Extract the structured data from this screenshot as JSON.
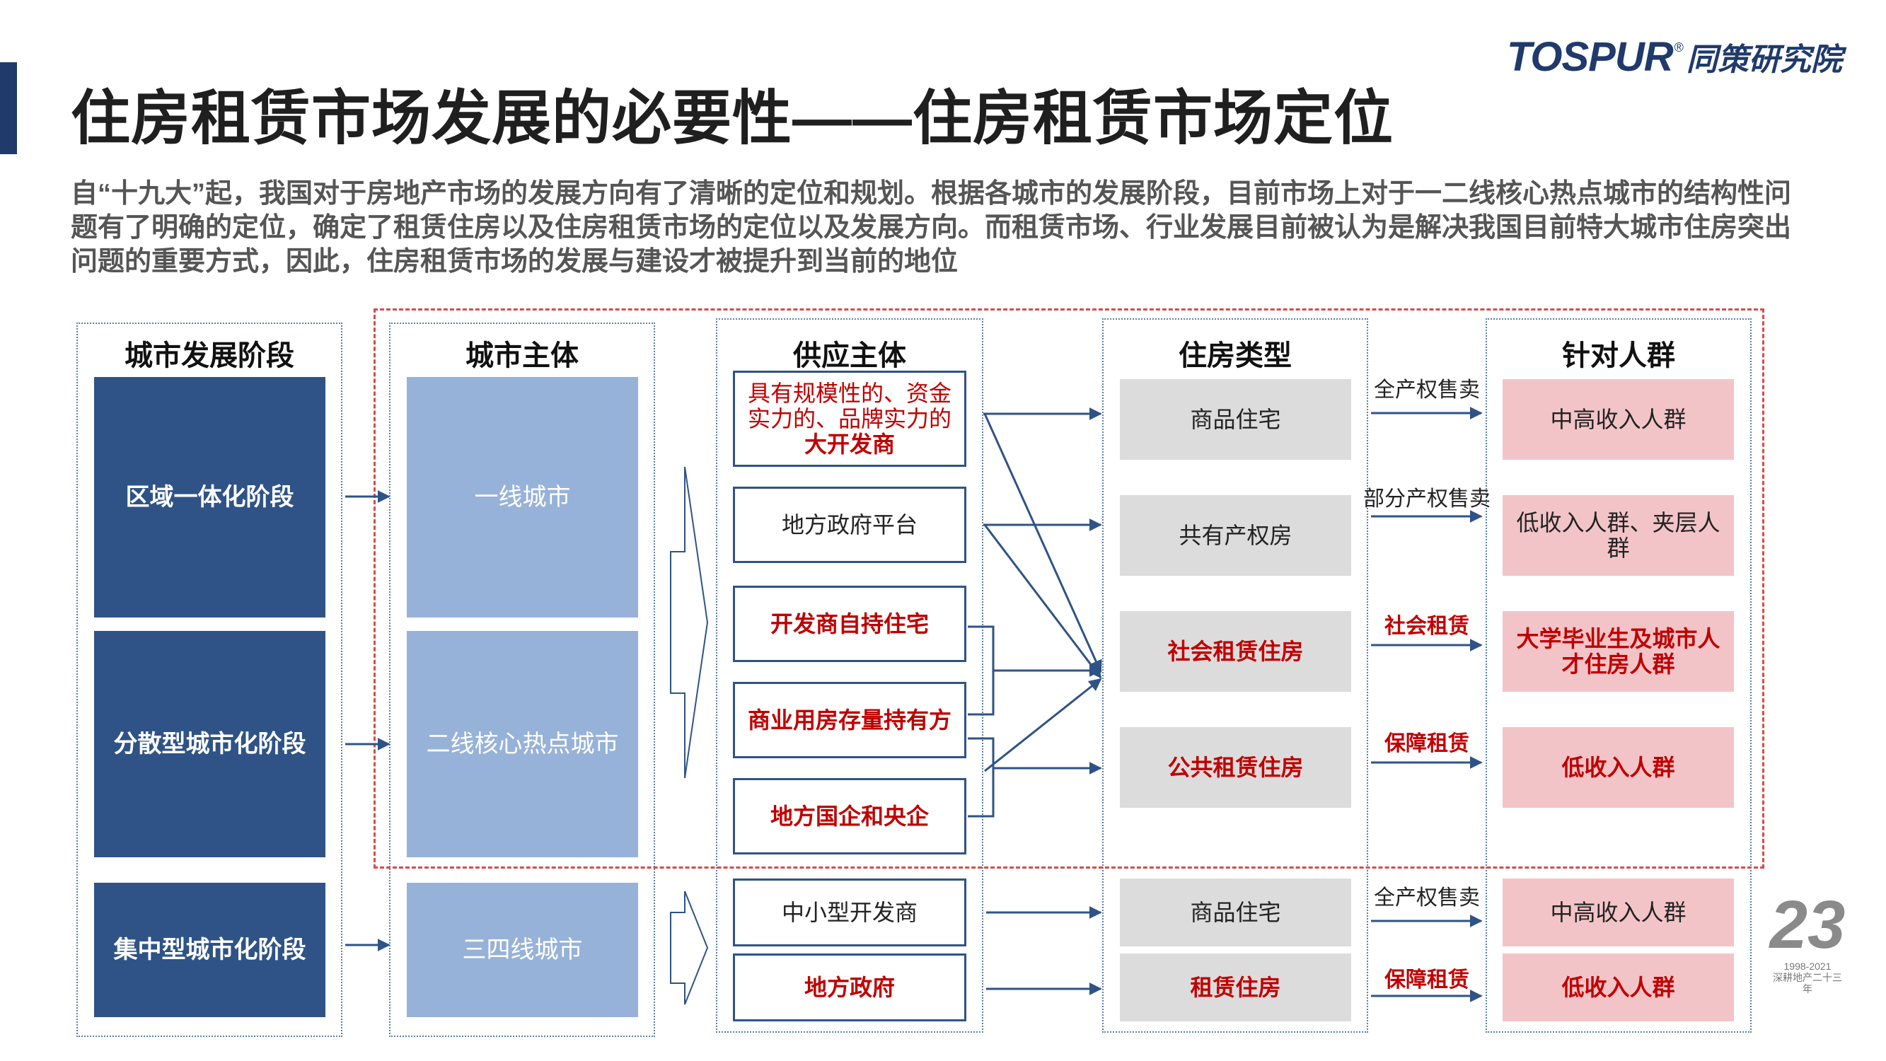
{
  "header": {
    "title": "住房租赁市场发展的必要性——住房租赁市场定位",
    "logo_en": "TOSPUR",
    "logo_reg": "®",
    "logo_cn": "同策研究院"
  },
  "intro": "自“十九大”起，我国对于房地产市场的发展方向有了清晰的定位和规划。根据各城市的发展阶段，目前市场上对于一二线核心热点城市的结构性问题有了明确的定位，确定了租赁住房以及住房租赁市场的定位以及发展方向。而租赁市场、行业发展目前被认为是解决我国目前特大城市住房突出问题的重要方式，因此，住房租赁市场的发展与建设才被提升到当前的地位",
  "columns": {
    "stage": "城市发展阶段",
    "city": "城市主体",
    "supply": "供应主体",
    "htype": "住房类型",
    "crowd": "针对人群"
  },
  "stages": [
    "区域一体化阶段",
    "分散型城市化阶段",
    "集中型城市化阶段"
  ],
  "cities": [
    "一线城市",
    "二线核心热点城市",
    "三四线城市"
  ],
  "supply": {
    "s1_line1": "具有规模性的、资金实力的、品牌实力的",
    "s1_line2": "大开发商",
    "s2": "地方政府平台",
    "s3": "开发商自持住宅",
    "s4": "商业用房存量持有方",
    "s5": "地方国企和央企",
    "s6": "中小型开发商",
    "s7": "地方政府"
  },
  "housing": [
    "商品住宅",
    "共有产权房",
    "社会租赁住房",
    "公共租赁住房",
    "商品住宅",
    "租赁住房"
  ],
  "crowds": [
    "中高收入人群",
    "低收入人群、夹层人群",
    "大学毕业生及城市人才住房人群",
    "低收入人群",
    "中高收入人群",
    "低收入人群"
  ],
  "edge_labels": [
    "全产权售卖",
    "部分产权售卖",
    "社会租赁",
    "保障租赁",
    "全产权售卖",
    "保障租赁"
  ],
  "badge": {
    "number": "23",
    "years": "1998-2021",
    "caption": "深耕地产二十三年"
  },
  "colors": {
    "navy": "#2f5386",
    "light_blue": "#97b2d8",
    "red_text": "#c00000",
    "dashed_red": "#d94a4a",
    "pink": "#f2c4c8",
    "grey": "#dcdcdc"
  }
}
